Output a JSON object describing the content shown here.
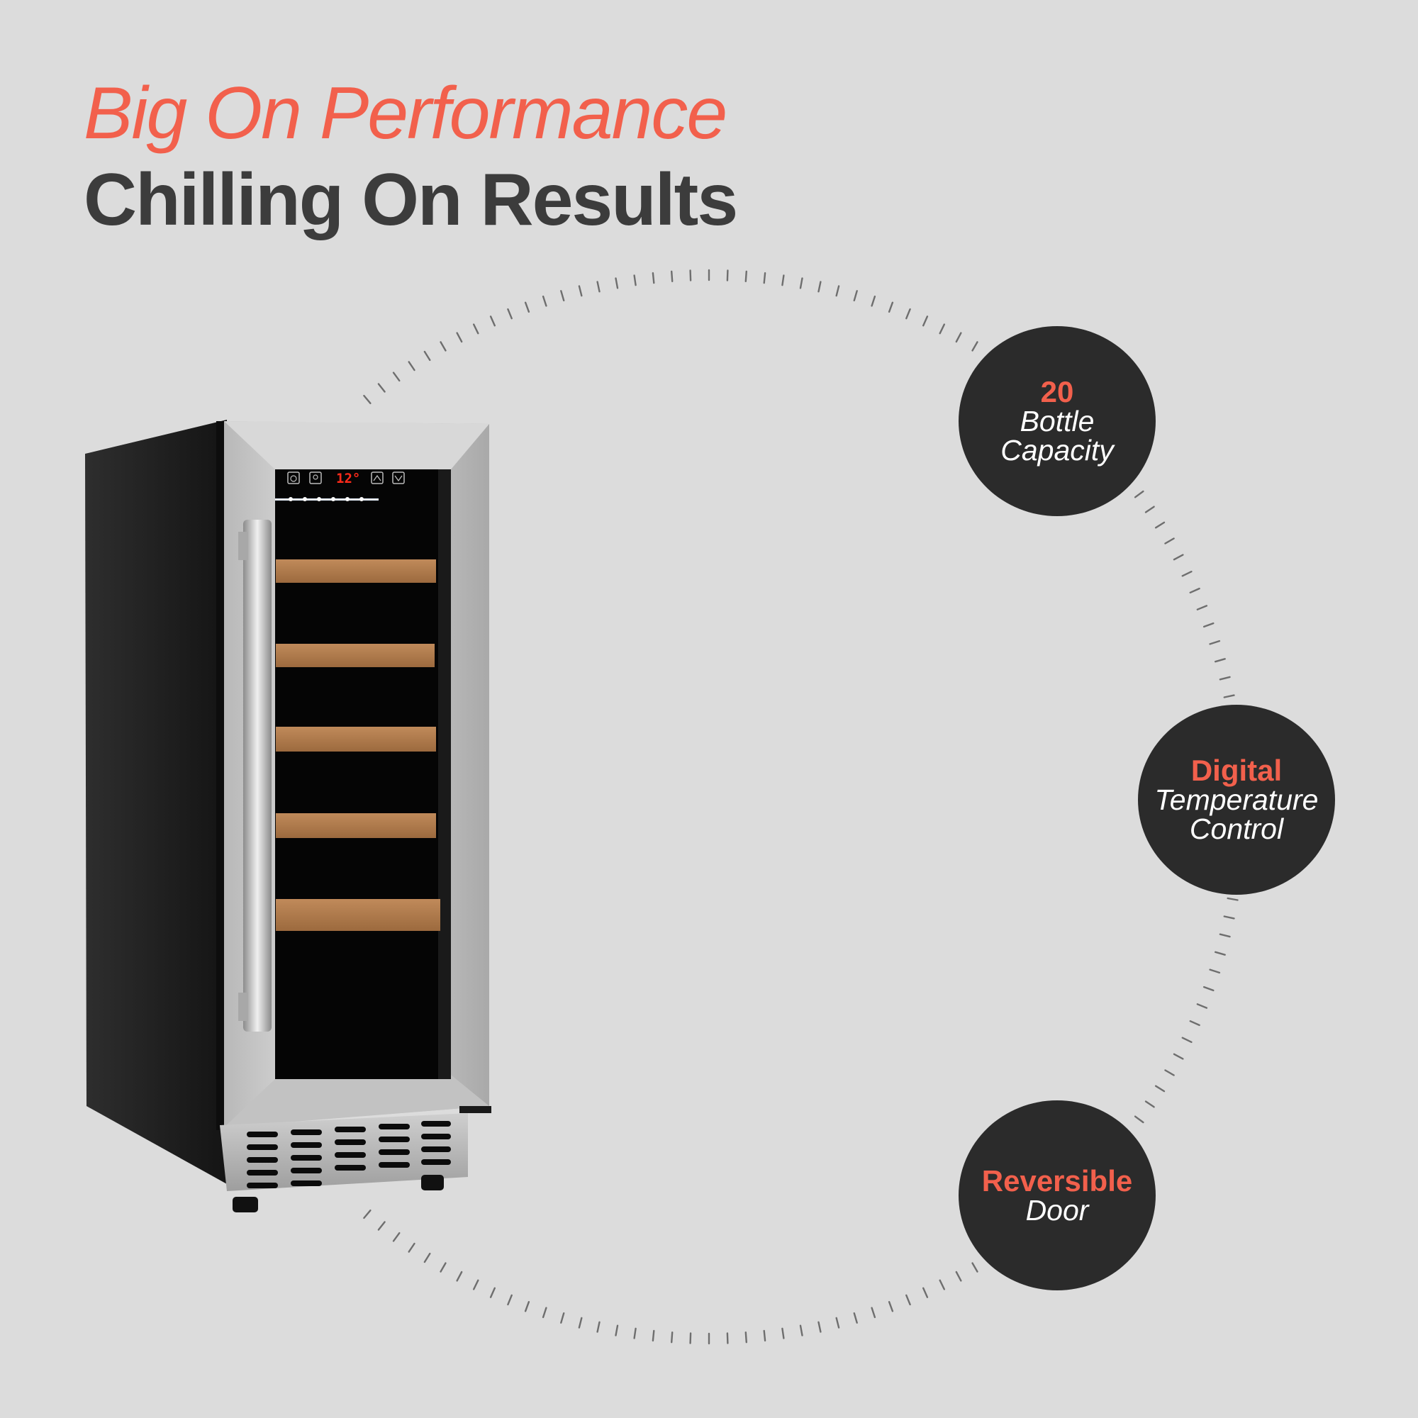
{
  "headline": {
    "line1": "Big On Performance",
    "line2": "Chilling On Results"
  },
  "colors": {
    "background": "#dcdcdc",
    "accent": "#f2604c",
    "dark_text": "#3c3c3c",
    "badge_fill": "#2b2b2b",
    "badge_sub_text": "#ffffff"
  },
  "features": [
    {
      "highlight": "20",
      "sub_lines": [
        "Bottle",
        "Capacity"
      ]
    },
    {
      "highlight": "Digital",
      "sub_lines": [
        "Temperature",
        "Control"
      ]
    },
    {
      "highlight": "Reversible",
      "sub_lines": [
        "Door"
      ]
    }
  ],
  "product": {
    "name": "wine-fridge",
    "display_readout": "12°",
    "control_icons": [
      "power-icon",
      "light-bulb-icon",
      "up-arrow-icon",
      "down-arrow-icon"
    ],
    "shelf_count": 5
  }
}
